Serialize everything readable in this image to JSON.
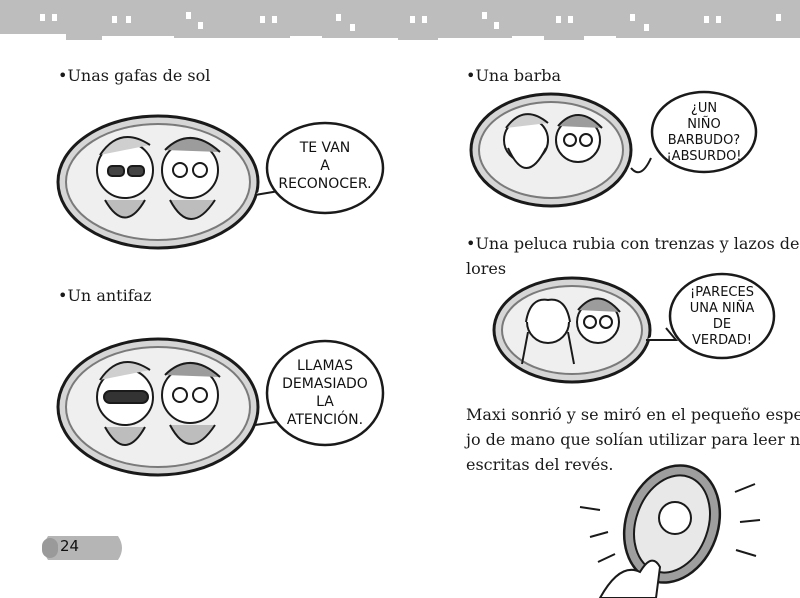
{
  "page_number": "24",
  "left": {
    "item1": "•Unas gafas de sol",
    "bubble1": [
      "TE VAN",
      "A",
      "RECONOCER."
    ],
    "item2": "•Un antifaz",
    "bubble2": [
      "LLAMAS",
      "DEMASIADO",
      "LA",
      "ATENCIÓN."
    ]
  },
  "right": {
    "item1": "•Una barba",
    "bubble1": [
      "¿UN",
      "NIÑO",
      "BARBUDO?",
      "¡ABSURDO!"
    ],
    "item2_line1": "•Una peluca rubia con trenzas y lazos de co-",
    "item2_line2": "lores",
    "bubble2": [
      "¡PARECES",
      "UNA NIÑA",
      "DE",
      "VERDAD!"
    ],
    "paragraph": [
      "Maxi sonrió y se miró en el pequeño espe-",
      "jo de mano que solían utilizar para leer notas",
      "escritas del revés."
    ]
  },
  "icons": {
    "skyline": "city-skyline-icon",
    "mirror": "hand-mirror-icon",
    "page_tab": "page-tab-icon"
  },
  "colors": {
    "skyline": "#b9b9b9",
    "ink": "#1a1a1a",
    "panel_rim": "#8a8a8a",
    "panel_bg": "#d9d9d9"
  }
}
